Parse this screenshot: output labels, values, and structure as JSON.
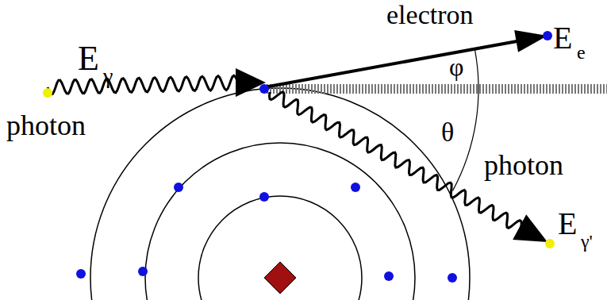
{
  "diagram": {
    "labels": [
      "E",
      "γ",
      "photon",
      "electron",
      "E",
      "e",
      "φ",
      "θ",
      "photon",
      "E",
      "γ'"
    ]
  }
}
